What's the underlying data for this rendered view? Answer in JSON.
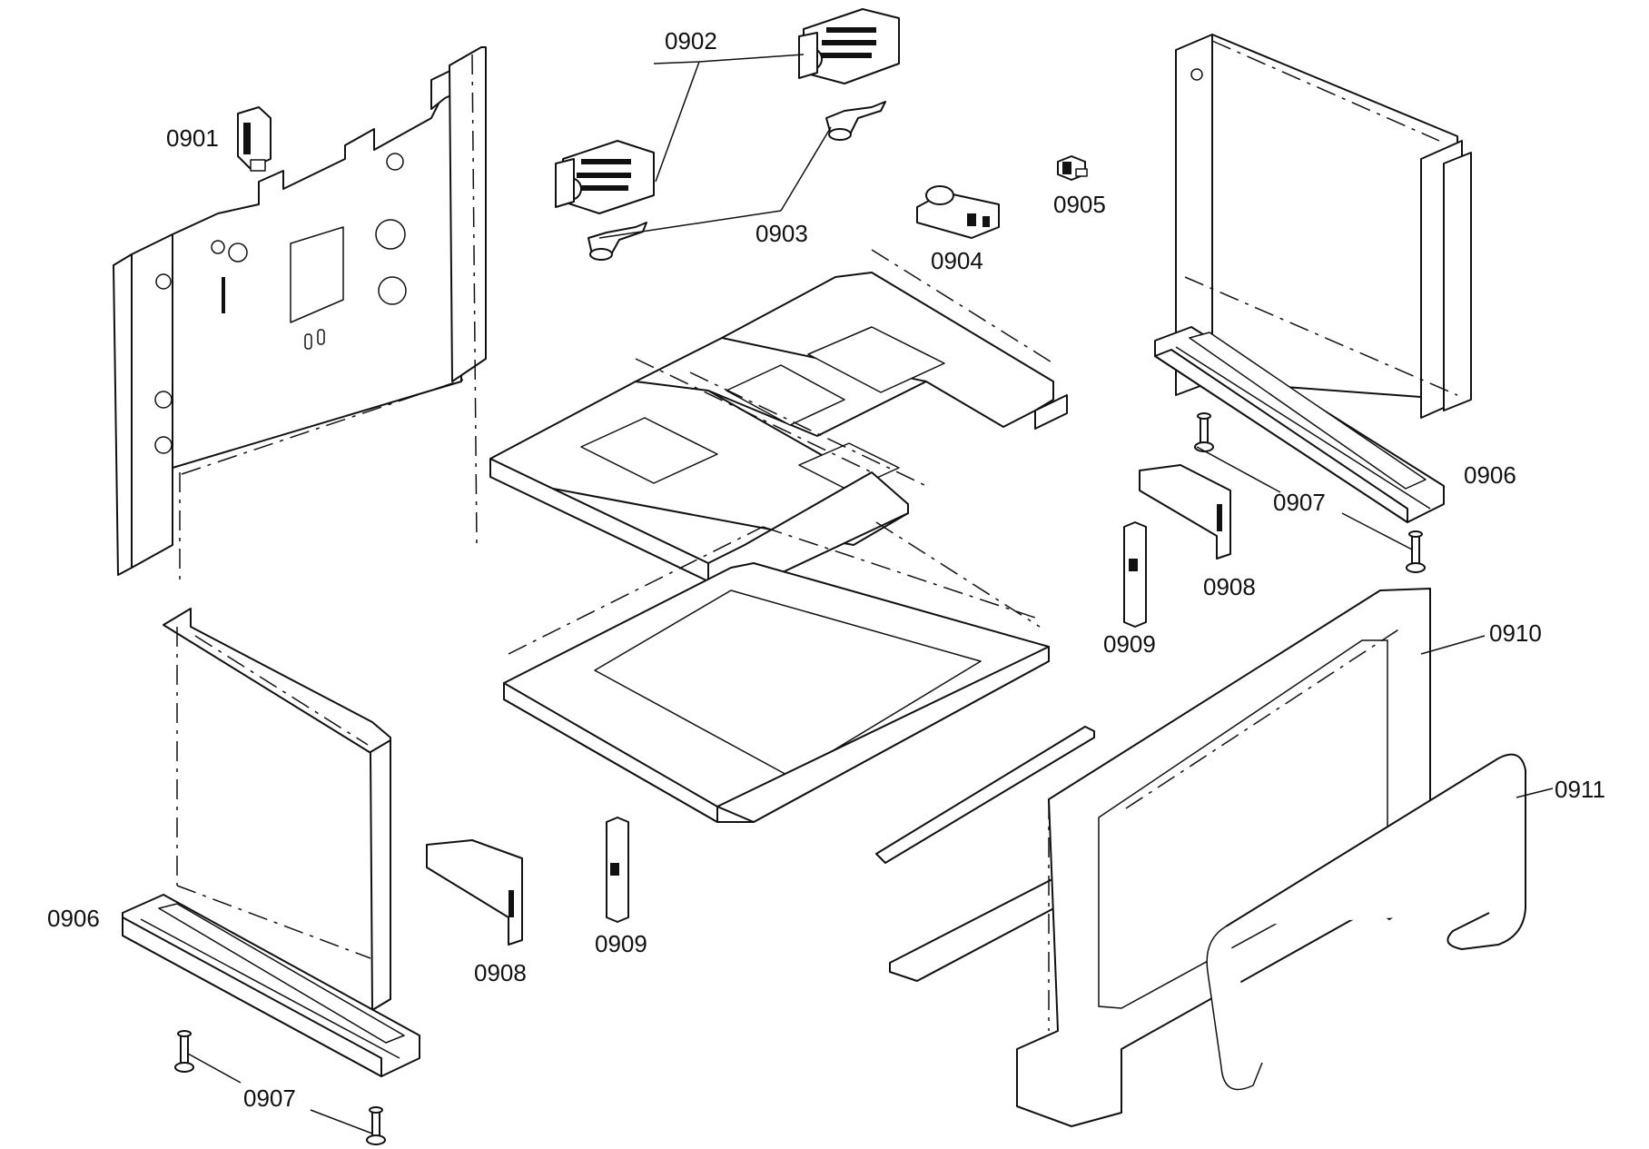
{
  "diagram": {
    "callouts": {
      "c0901": "0901",
      "c0902": "0902",
      "c0903": "0903",
      "c0904": "0904",
      "c0905": "0905",
      "c0906_right": "0906",
      "c0906_left": "0906",
      "c0907_right": "0907",
      "c0907_left": "0907",
      "c0908_right": "0908",
      "c0908_left": "0908",
      "c0909_right": "0909",
      "c0909_left": "0909",
      "c0910": "0910",
      "c0911": "0911"
    }
  }
}
